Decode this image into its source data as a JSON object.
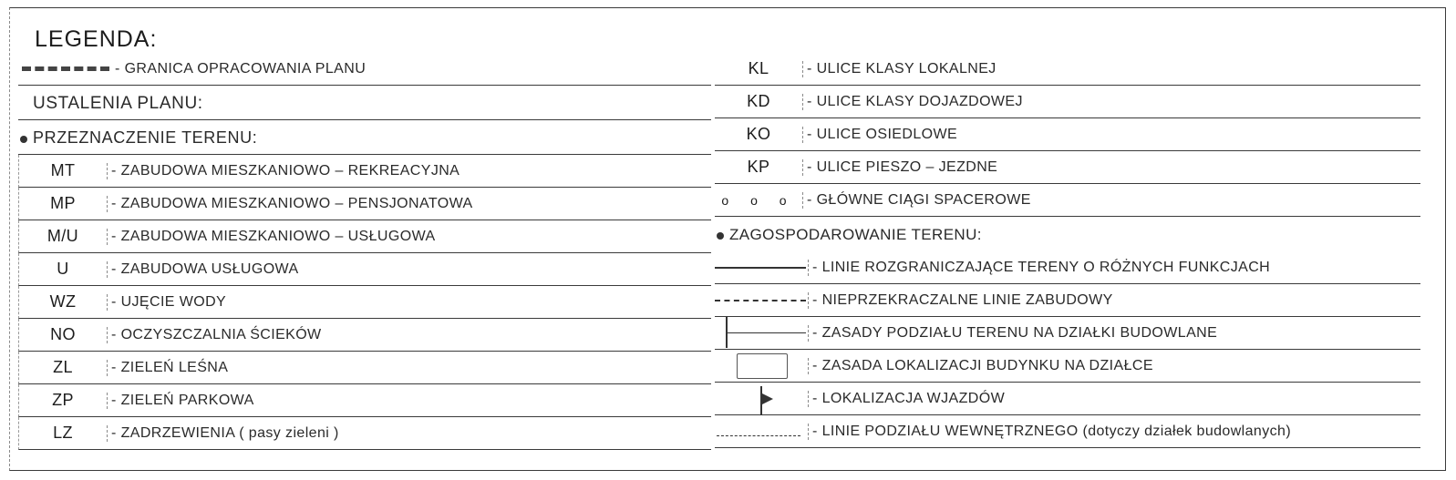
{
  "legend": {
    "title": "LEGENDA:",
    "boundary_text": "- GRANICA OPRACOWANIA PLANU",
    "provisions_heading": "USTALENIA PLANU:",
    "land_use_heading": "PRZEZNACZENIE TERENU:",
    "land_use_items": [
      {
        "symbol": "MT",
        "text": "- ZABUDOWA MIESZKANIOWO – REKREACYJNA"
      },
      {
        "symbol": "MP",
        "text": "- ZABUDOWA MIESZKANIOWO – PENSJONATOWA"
      },
      {
        "symbol": "M/U",
        "text": "- ZABUDOWA MIESZKANIOWO – USŁUGOWA"
      },
      {
        "symbol": "U",
        "text": "- ZABUDOWA USŁUGOWA"
      },
      {
        "symbol": "WZ",
        "text": "- UJĘCIE WODY"
      },
      {
        "symbol": "NO",
        "text": "- OCZYSZCZALNIA ŚCIEKÓW"
      },
      {
        "symbol": "ZL",
        "text": "- ZIELEŃ LEŚNA"
      },
      {
        "symbol": "ZP",
        "text": "- ZIELEŃ PARKOWA"
      },
      {
        "symbol": "LZ",
        "text": "- ZADRZEWIENIA ( pasy zieleni )"
      }
    ],
    "street_items": [
      {
        "symbol": "KL",
        "text": "- ULICE KLASY LOKALNEJ"
      },
      {
        "symbol": "KD",
        "text": "- ULICE KLASY DOJAZDOWEJ"
      },
      {
        "symbol": "KO",
        "text": "- ULICE OSIEDLOWE"
      },
      {
        "symbol": "KP",
        "text": "- ULICE PIESZO – JEZDNE"
      },
      {
        "symbol": "o  o  o",
        "text": "- GŁÓWNE CIĄGI SPACEROWE"
      }
    ],
    "development_heading": "ZAGOSPODAROWANIE TERENU:",
    "development_items": [
      {
        "icon": "solid-line-icon",
        "text": "- LINIE ROZGRANICZAJĄCE TERENY O RÓŻNYCH FUNKCJACH"
      },
      {
        "icon": "dashed-line-icon",
        "text": "- NIEPRZEKRACZALNE LINIE ZABUDOWY"
      },
      {
        "icon": "plot-division-icon",
        "text": "- ZASADY PODZIAŁU TERENU NA DZIAŁKI BUDOWLANE"
      },
      {
        "icon": "building-outline-icon",
        "text": "- ZASADA LOKALIZACJI BUDYNKU NA DZIAŁCE"
      },
      {
        "icon": "driveway-flag-icon",
        "text": "- LOKALIZACJA WJAZDÓW"
      },
      {
        "icon": "thin-dashed-line-icon",
        "text": "- LINIE PODZIAŁU WEWNĘTRZNEGO  (dotyczy działek budowlanych)"
      }
    ]
  }
}
